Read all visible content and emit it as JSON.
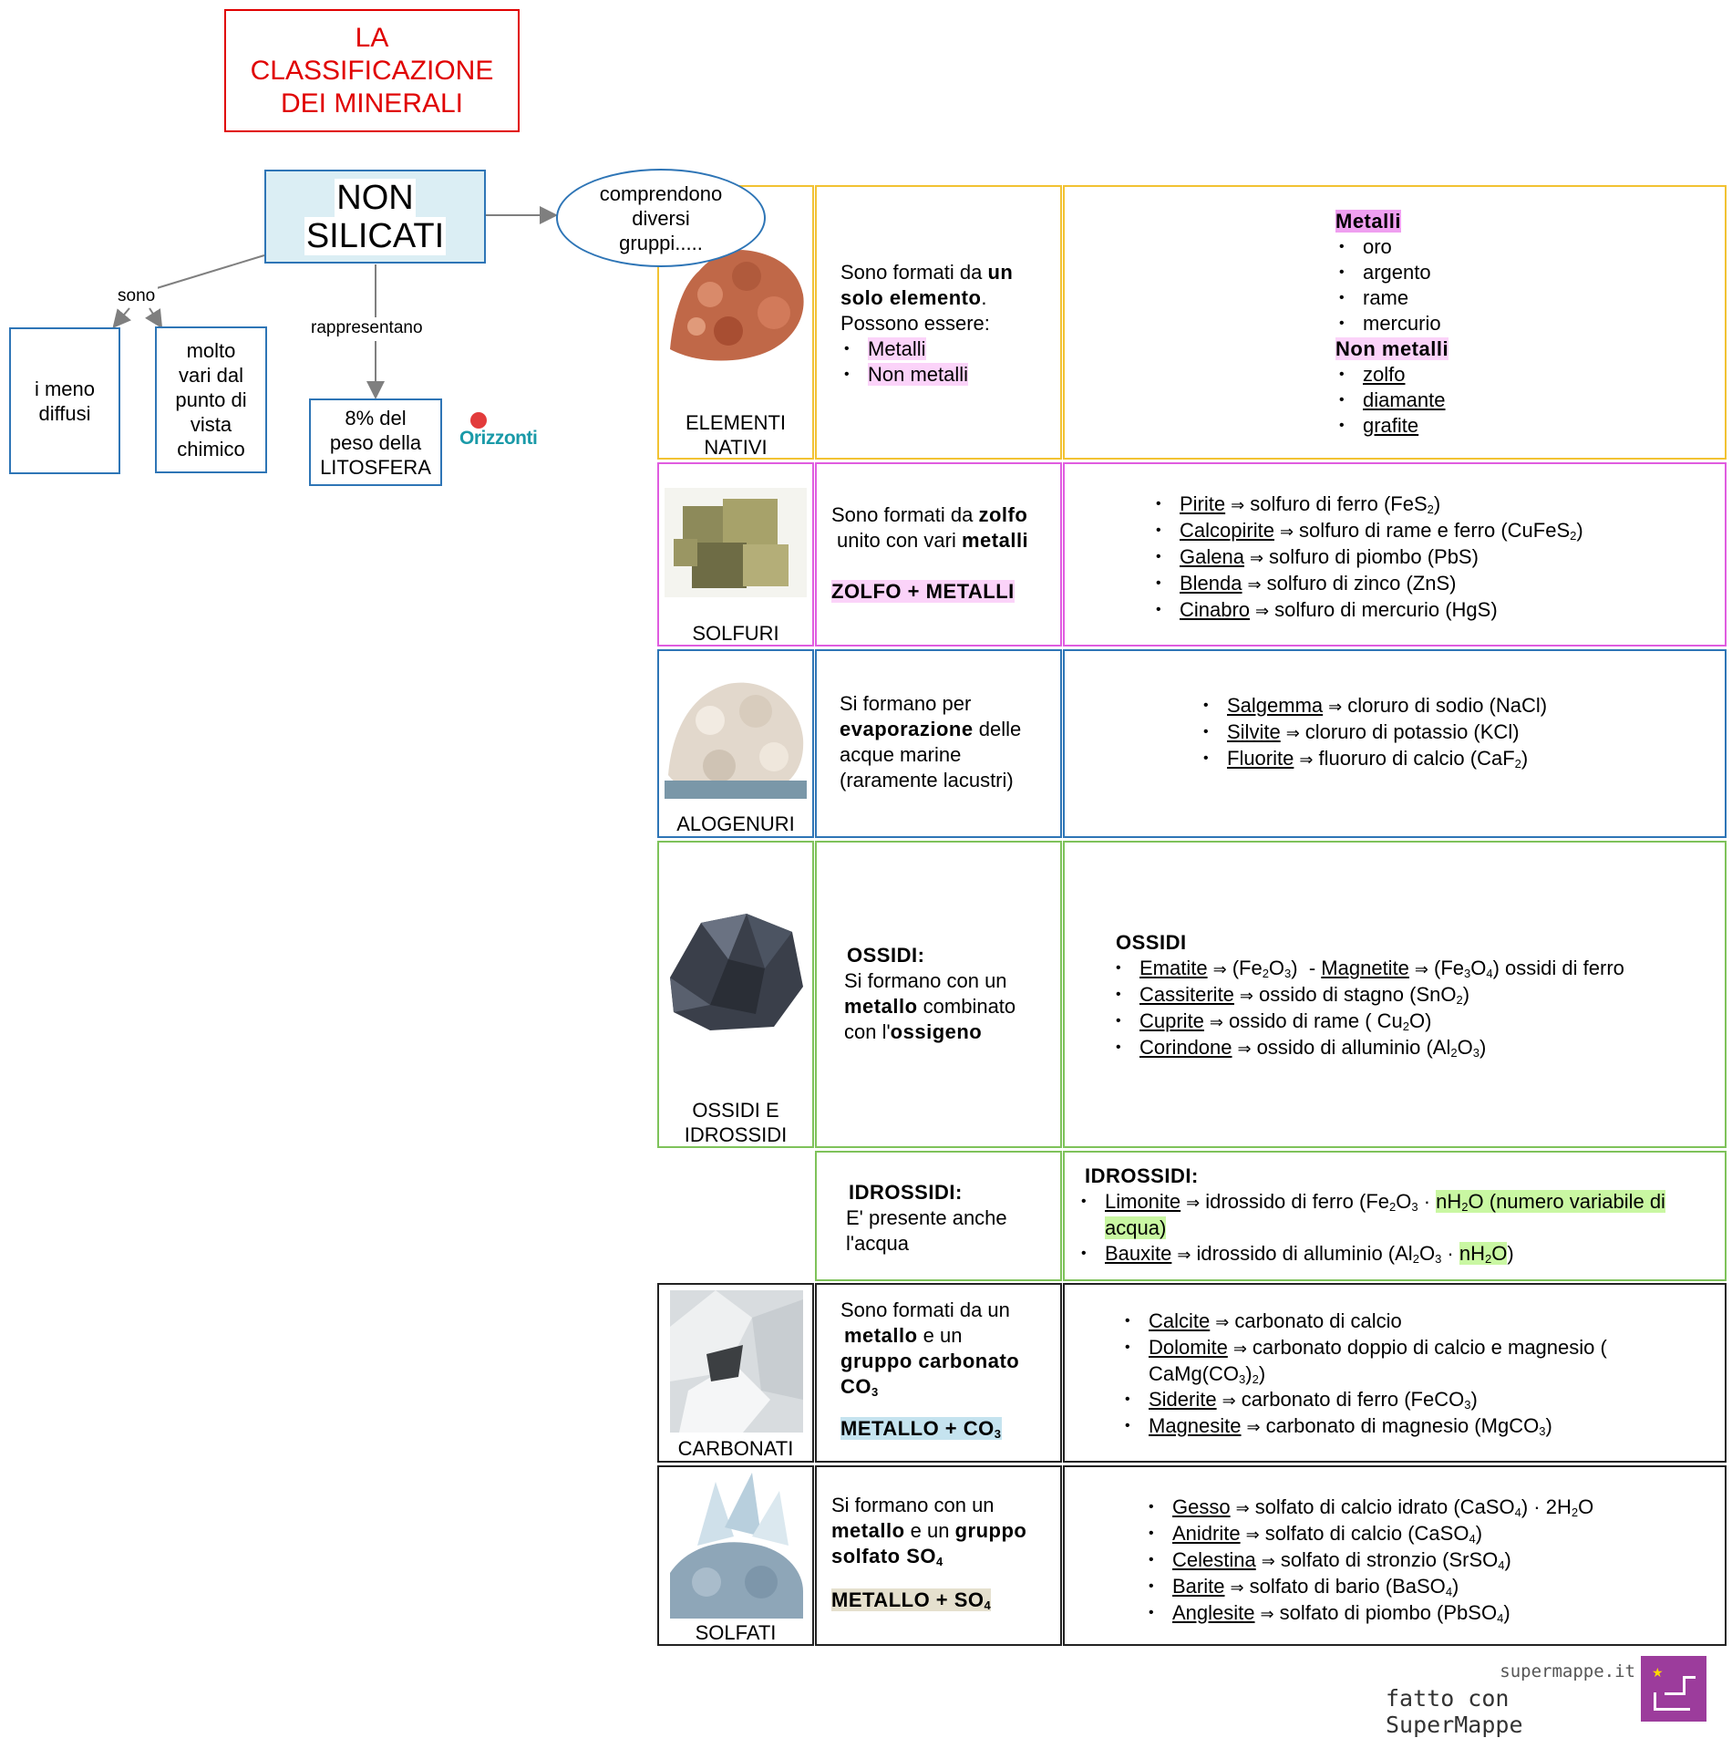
{
  "title": {
    "line1": "LA",
    "line2": "CLASSIFICAZIONE",
    "line3": "DEI MINERALI"
  },
  "main": {
    "line1": "NON",
    "line2": "SILICATI"
  },
  "ellipse": {
    "line1": "comprendono",
    "line2": "diversi",
    "line3": "gruppi....."
  },
  "links": {
    "sono": "sono",
    "rappresentano": "rappresentano"
  },
  "boxes": {
    "diffusi": "i meno diffusi",
    "vari": {
      "l1": "molto",
      "l2": "vari dal",
      "l3": "punto di",
      "l4": "vista",
      "l5": "chimico"
    },
    "peso": {
      "l1": "8% del",
      "l2": "peso della",
      "l3": "LITOSFERA"
    }
  },
  "logo": {
    "text": "Orizzonti"
  },
  "groups": {
    "nativi": {
      "name1": "ELEMENTI",
      "name2": "NATIVI",
      "d1": "Sono formati da ",
      "d1b": "un",
      "d2b": "solo elemento",
      "d2": ".",
      "d3": "Possono essere:",
      "b1": "Metalli",
      "b2": "Non metalli",
      "h1": "Metalli",
      "m": [
        "oro",
        "argento",
        "rame",
        "mercurio"
      ],
      "h2": "Non metalli",
      "n": [
        "zolfo",
        "diamante",
        "grafite"
      ]
    },
    "solfuri": {
      "name": "SOLFURI",
      "d1": "Sono formati da ",
      "d1b": "zolfo",
      "d2": "unito con vari ",
      "d2b": "metalli",
      "formula": "ZOLFO + METALLI",
      "items": [
        {
          "name": "Pirite",
          "desc": "solfuro di ferro (FeS",
          "sub": "2",
          "end": ")"
        },
        {
          "name": "Calcopirite",
          "desc": "solfuro di rame e ferro (CuFeS",
          "sub": "2",
          "end": ")"
        },
        {
          "name": "Galena",
          "desc": "solfuro di piombo (PbS)",
          "sub": "",
          "end": ""
        },
        {
          "name": "Blenda",
          "desc": "solfuro di zinco (ZnS)",
          "sub": "",
          "end": ""
        },
        {
          "name": "Cinabro",
          "desc": "solfuro di mercurio (HgS)",
          "sub": "",
          "end": ""
        }
      ]
    },
    "alogenuri": {
      "name": "ALOGENURI",
      "d1": "Si formano per",
      "d2b": "evaporazione",
      "d2": " delle",
      "d3": "acque marine",
      "d4": "(raramente lacustri)",
      "items": [
        {
          "name": "Salgemma",
          "desc": "cloruro di sodio (NaCl)",
          "sub": "",
          "end": ""
        },
        {
          "name": "Silvite",
          "desc": "cloruro di potassio (KCl)",
          "sub": "",
          "end": ""
        },
        {
          "name": "Fluorite",
          "desc": "fluoruro di calcio (CaF",
          "sub": "2",
          "end": ")"
        }
      ]
    },
    "ossidi": {
      "name1": "OSSIDI E",
      "name2": "IDROSSIDI",
      "d_head": "OSSIDI:",
      "d1": "Si formano con un",
      "d2b": "metallo",
      "d2": " combinato",
      "d3": "con l'",
      "d3b": "ossigeno",
      "r_head": "OSSIDI",
      "row1": {
        "n1": "Ematite",
        "f1a": "(Fe",
        "f1s1": "2",
        "f1b": "O",
        "f1s2": "3",
        "f1c": ")",
        "sep": "-",
        "n2": "Magnetite",
        "f2a": "(Fe",
        "f2s1": "3",
        "f2b": "O",
        "f2s2": "4",
        "f2c": ") ossidi di ferro"
      },
      "items": [
        {
          "name": "Cassiterite",
          "a": "ossido di stagno (SnO",
          "s1": "2",
          "b": ")",
          "s2": "",
          "c": ""
        },
        {
          "name": "Cuprite",
          "a": "ossido di rame ( Cu",
          "s1": "2",
          "b": "O)",
          "s2": "",
          "c": ""
        },
        {
          "name": "Corindone",
          "a": "ossido di alluminio (Al",
          "s1": "2",
          "b": "O",
          "s2": "3",
          "c": ")"
        }
      ]
    },
    "idrossidi": {
      "d_head": "IDROSSIDI:",
      "d1": "E' presente anche",
      "d2": "l'acqua",
      "r_head": "IDROSSIDI:",
      "i1": {
        "name": "Limonite",
        "a": "idrossido di ferro (Fe",
        "s1": "2",
        "b": "O",
        "s2": "3",
        "c": " · ",
        "hl_a": "nH",
        "hl_s": "2",
        "hl_b": "O (numero variabile di acqua)"
      },
      "i2": {
        "name": "Bauxite",
        "a": "idrossido di alluminio (Al",
        "s1": "2",
        "b": "O",
        "s2": "3",
        "c": " ·  ",
        "hl_a": "nH",
        "hl_s": "2",
        "hl_b": "O",
        "end": ")"
      }
    },
    "carbonati": {
      "name": "CARBONATI",
      "d1": "Sono formati da un",
      "d2b": "metallo",
      "d2": " e un",
      "d3b": "gruppo carbonato",
      "d4b": "CO",
      "d4s": "3",
      "formula_a": "METALLO",
      "formula_b": " + CO",
      "formula_s": "3",
      "items": [
        {
          "name": "Calcite",
          "a": "carbonato di calcio",
          "s1": "",
          "b": "",
          "s2": "",
          "c": ""
        },
        {
          "name": "Dolomite",
          "a": "carbonato doppio di calcio e magnesio ( CaMg(CO",
          "s1": "3",
          "b": ")",
          "s2": "2",
          "c": ")"
        },
        {
          "name": "Siderite",
          "a": "carbonato di ferro (FeCO",
          "s1": "3",
          "b": ")",
          "s2": "",
          "c": ""
        },
        {
          "name": "Magnesite",
          "a": "carbonato di magnesio (MgCO",
          "s1": "3",
          "b": ")",
          "s2": "",
          "c": ""
        }
      ]
    },
    "solfati": {
      "name": "SOLFATI",
      "d1": "Si formano con un",
      "d2b": "metallo",
      "d2": " e un ",
      "d2b2": "gruppo",
      "d3b": "solfato SO",
      "d3s": "4",
      "formula_a": "METALLO",
      "formula_b": " + SO",
      "formula_s": "4",
      "items": [
        {
          "name": "Gesso",
          "a": "solfato di calcio idrato (CaSO",
          "s1": "4",
          "b": ") · 2H",
          "s2": "2",
          "c": "O"
        },
        {
          "name": "Anidrite",
          "a": "solfato di calcio (CaSO",
          "s1": "4",
          "b": ")",
          "s2": "",
          "c": ""
        },
        {
          "name": "Celestina",
          "a": "solfato di stronzio (SrSO",
          "s1": "4",
          "b": ")",
          "s2": "",
          "c": ""
        },
        {
          "name": "Barite",
          "a": "solfato di bario (BaSO",
          "s1": "4",
          "b": ")",
          "s2": "",
          "c": ""
        },
        {
          "name": "Anglesite",
          "a": "solfato di piombo (PbSO",
          "s1": "4",
          "b": ")",
          "s2": "",
          "c": ""
        }
      ]
    }
  },
  "arrow_symbol": "⇒",
  "footer": {
    "site": "supermappe.it",
    "made": "fatto con SuperMappe"
  },
  "colors": {
    "nativi": "#f2c232",
    "solfuri": "#e05ce0",
    "alogenuri": "#2e75b6",
    "ossidi": "#7ec25a",
    "dark": "#222222",
    "title_red": "#e00000"
  }
}
